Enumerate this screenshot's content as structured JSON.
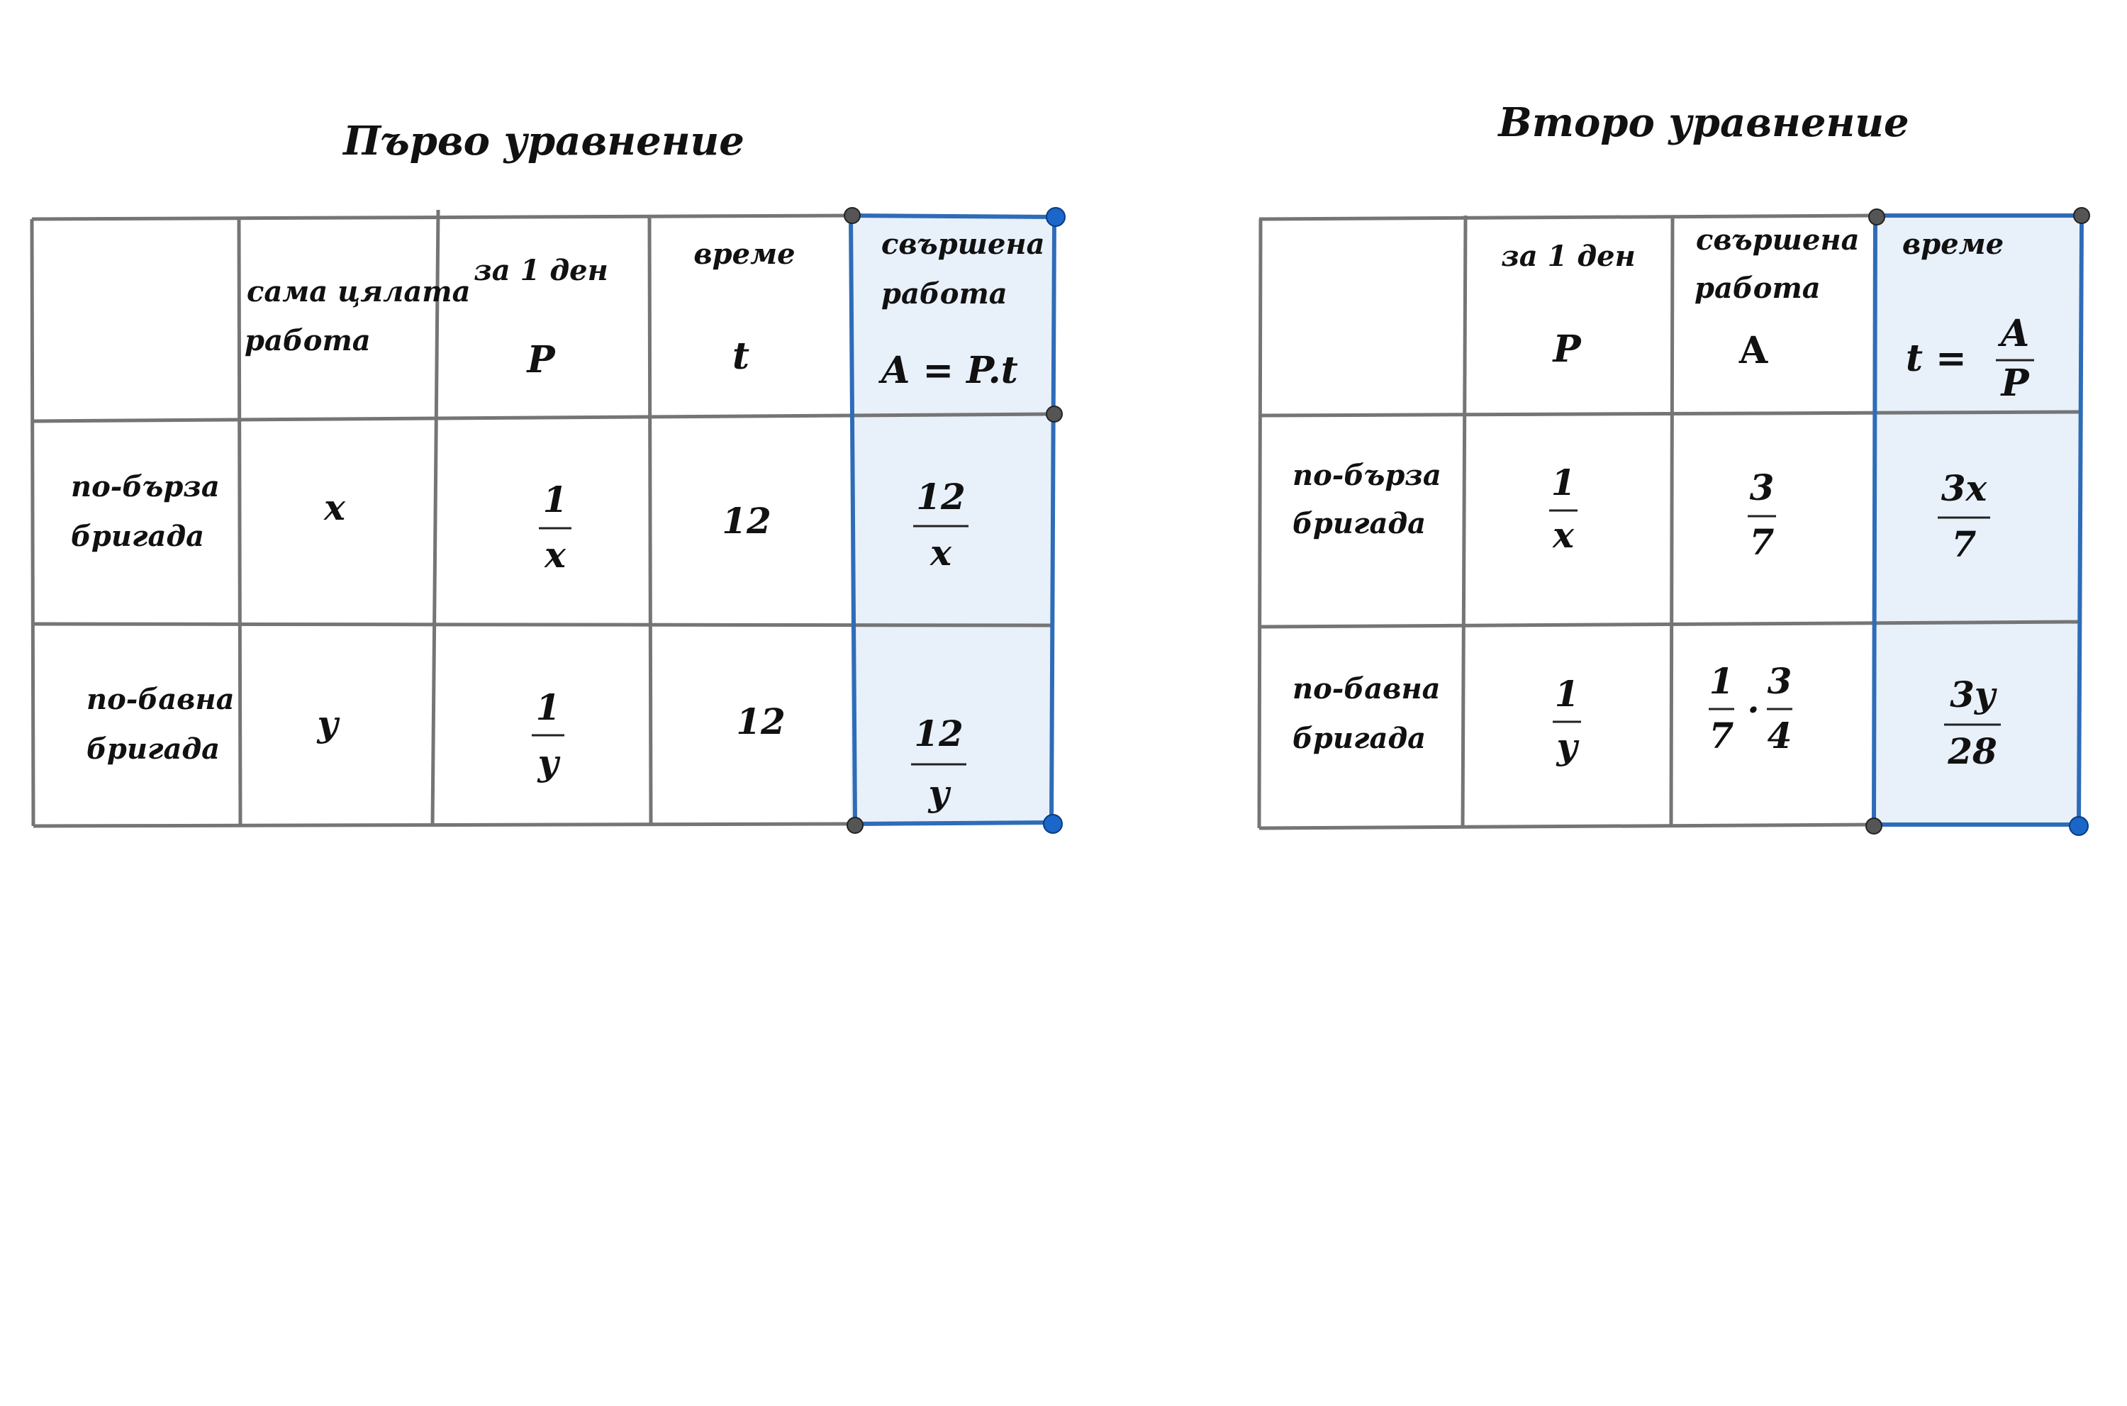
{
  "colors": {
    "grid": "#757575",
    "highlight_fill": "#e8f0fa",
    "highlight_border": "#2e6cb8",
    "handle_gray": "#555555",
    "handle_blue": "#1b66c9"
  },
  "table1": {
    "title": "Първо уравнение",
    "headers": {
      "whole_line1": "сама цялата",
      "whole_line2": "работа",
      "per_day": "за 1 ден",
      "per_day_symbol": "P",
      "time": "време",
      "time_symbol": "t",
      "work_line1": "свършена",
      "work_line2": "работа",
      "work_formula": "A = P.t"
    },
    "rows": [
      {
        "label_line1": "по-бърза",
        "label_line2": "бригада",
        "whole": "x",
        "per_day_num": "1",
        "per_day_den": "x",
        "time": "12",
        "work_num": "12",
        "work_den": "x"
      },
      {
        "label_line1": "по-бавна",
        "label_line2": "бригада",
        "whole": "y",
        "per_day_num": "1",
        "per_day_den": "y",
        "time": "12",
        "work_num": "12",
        "work_den": "y"
      }
    ]
  },
  "table2": {
    "title": "Второ уравнение",
    "headers": {
      "per_day": "за 1 ден",
      "per_day_symbol": "P",
      "work_line1": "свършена",
      "work_line2": "работа",
      "work_symbol": "A",
      "time": "време",
      "time_lhs": "t =",
      "time_num": "A",
      "time_den": "P"
    },
    "rows": [
      {
        "label_line1": "по-бърза",
        "label_line2": "бригада",
        "per_day_num": "1",
        "per_day_den": "x",
        "work_num": "3",
        "work_den": "7",
        "time_num": "3x",
        "time_den": "7"
      },
      {
        "label_line1": "по-бавна",
        "label_line2": "бригада",
        "per_day_num": "1",
        "per_day_den": "y",
        "work_a_num": "1",
        "work_a_den": "7",
        "work_dot": "·",
        "work_b_num": "3",
        "work_b_den": "4",
        "time_num": "3y",
        "time_den": "28"
      }
    ]
  }
}
